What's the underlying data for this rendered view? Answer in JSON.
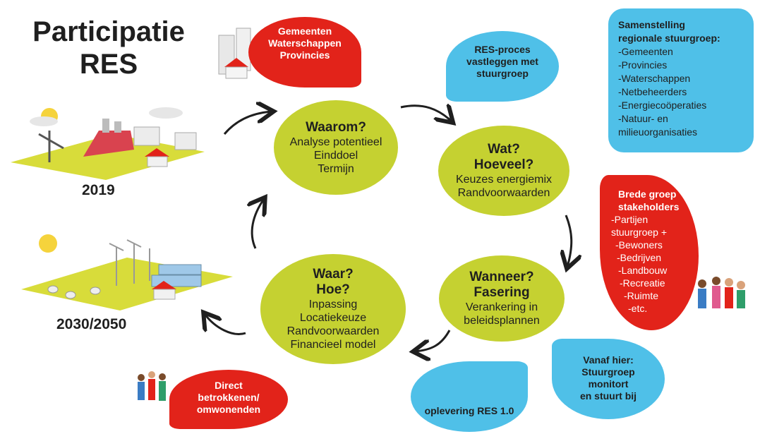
{
  "title": {
    "line1": "Participatie",
    "line2": "RES"
  },
  "years": {
    "y2019": "2019",
    "y2030": "2030/2050"
  },
  "ellipses": {
    "waarom": {
      "heading": "Waarom?",
      "lines": [
        "Analyse potentieel",
        "Einddoel",
        "Termijn"
      ]
    },
    "wat": {
      "heading1": "Wat?",
      "heading2": "Hoeveel?",
      "lines": [
        "Keuzes energiemix",
        "Randvoorwaarden"
      ]
    },
    "wanneer": {
      "heading1": "Wanneer?",
      "heading2": "Fasering",
      "lines": [
        "Verankering in",
        "beleidsplannen"
      ]
    },
    "waar": {
      "heading1": "Waar?",
      "heading2": "Hoe?",
      "lines": [
        "Inpassing",
        "Locatiekeuze",
        "Randvoorwaarden",
        "Financieel model"
      ]
    }
  },
  "bubbles": {
    "gemeenten": [
      "Gemeenten",
      "Waterschappen",
      "Provincies"
    ],
    "resproces": [
      "RES-proces",
      "vastleggen met",
      "stuurgroep"
    ],
    "samenstelling": [
      "Samenstelling",
      "regionale stuurgroep:",
      "-Gemeenten",
      "-Provincies",
      "-Waterschappen",
      "-Netbeheerders",
      "-Energiecoöperaties",
      "-Natuur- en",
      "milieuorganisaties"
    ],
    "brede": [
      "Brede groep",
      "stakeholders",
      "-Partijen",
      "stuurgroep +",
      "-Bewoners",
      "-Bedrijven",
      "-Landbouw",
      "-Recreatie",
      "-Ruimte",
      "-etc."
    ],
    "vanaf": [
      "Vanaf hier:",
      "Stuurgroep",
      "monitort",
      "en stuurt bij"
    ],
    "oplevering": "oplevering RES 1.0",
    "direct": [
      "Direct",
      "betrokkenen/",
      "omwonenden"
    ]
  },
  "colors": {
    "red": "#e2231a",
    "blue": "#4fc0e8",
    "green": "#c5d131",
    "ground": "#d8dc3a"
  }
}
